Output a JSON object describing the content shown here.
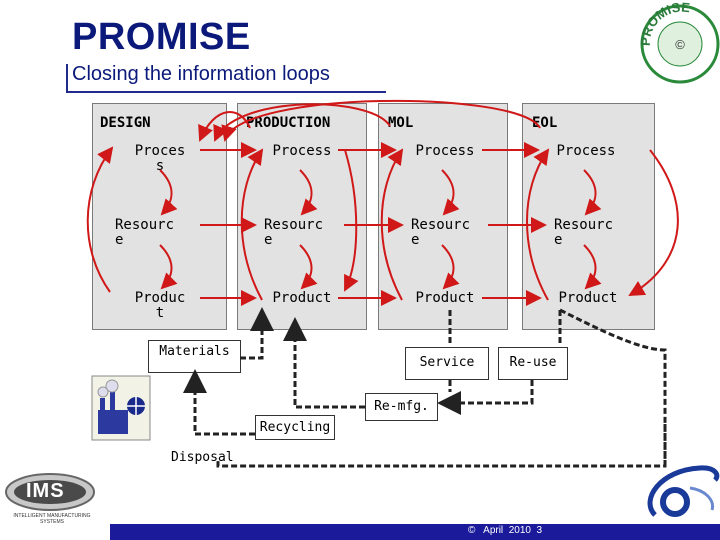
{
  "header": {
    "title": "PROMISE",
    "subtitle": "Closing the information loops",
    "logo_text": "PROMISE"
  },
  "columns": [
    {
      "title": "DESIGN",
      "nodes": [
        "Proces\ns",
        "Resourc\ne",
        "Produc\nt"
      ]
    },
    {
      "title": "PRODUCTION",
      "nodes": [
        "Process",
        "Resourc\ne",
        "Product"
      ]
    },
    {
      "title": "MOL",
      "nodes": [
        "Process",
        "Resourc\ne",
        "Product"
      ]
    },
    {
      "title": "EOL",
      "nodes": [
        "Process",
        "Resourc\ne",
        "Product"
      ]
    }
  ],
  "loops": {
    "materials": "Materials",
    "service": "Service",
    "reuse": "Re-use",
    "remfg": "Re-mfg.",
    "recycling": "Recycling",
    "disposal": "Disposal"
  },
  "logos": {
    "ims": "IMS",
    "ims_sub": "INTELLIGENT MANUFACTURING SYSTEMS"
  },
  "footer": {
    "text": "©   April  2010  3"
  },
  "colors": {
    "title_blue": "#0b1a7a",
    "arrow_red": "#d01818",
    "footer_bar": "#1a1a9a",
    "column_gray": "#e2e2e2"
  }
}
